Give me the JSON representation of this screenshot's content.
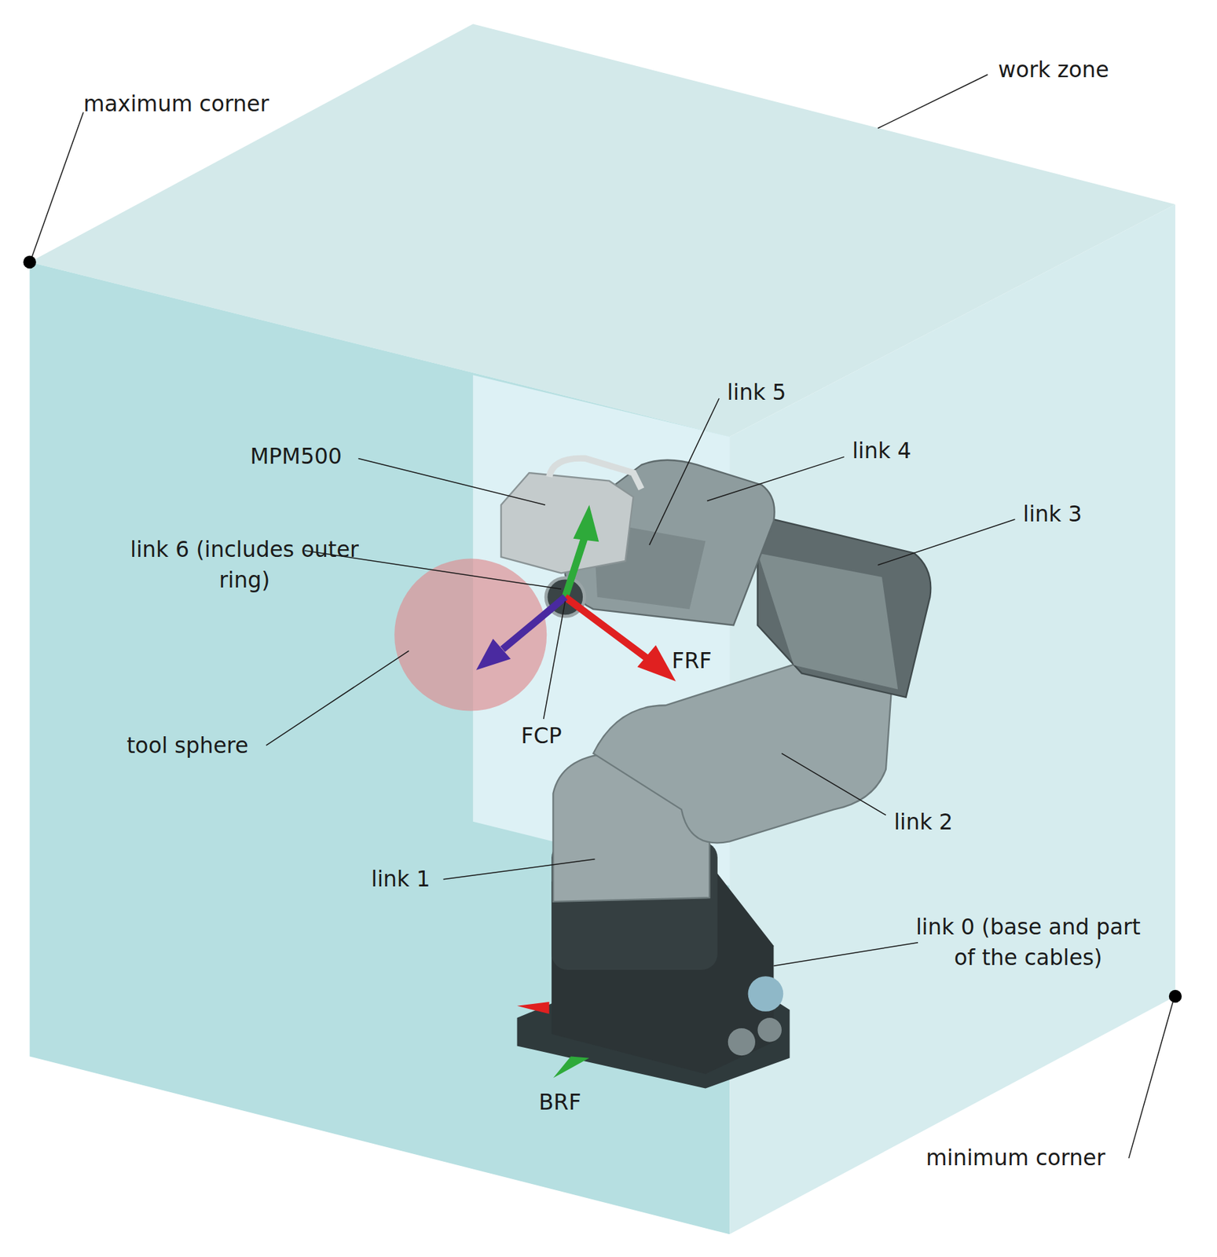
{
  "diagram": {
    "labels": [
      "maximum corner",
      "work zone",
      "link 5",
      "MPM500",
      "link 4",
      "link 3",
      "link 6 (includes outer ring)",
      "FRF",
      "tool sphere",
      "FCP",
      "link 2",
      "link 1",
      "link 0 (base and part of the cables)",
      "BRF",
      "minimum corner"
    ]
  }
}
